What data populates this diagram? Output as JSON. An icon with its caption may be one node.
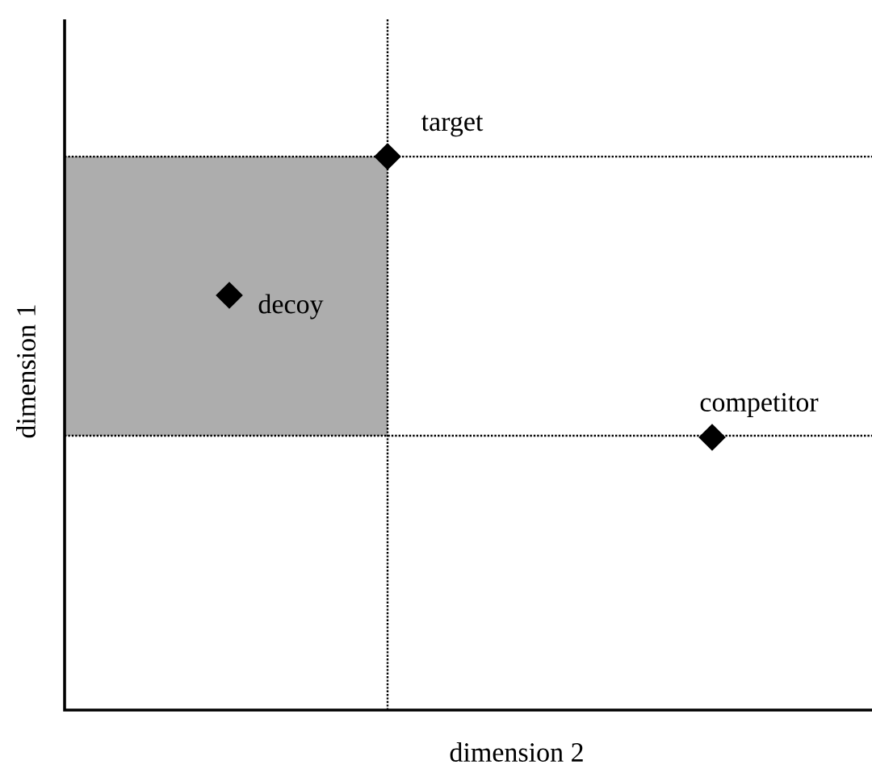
{
  "diagram": {
    "nodes": [
      {
        "text": [],
        "shape": "diamond",
        "beside": [
          "target"
        ]
      },
      {
        "text": [],
        "shape": "diamond",
        "beside": [
          "decoy"
        ]
      },
      {
        "text": [],
        "shape": "diamond",
        "beside": [
          "competitor"
        ]
      }
    ],
    "labels": [
      "dimension 1",
      "dimension 2"
    ]
  }
}
